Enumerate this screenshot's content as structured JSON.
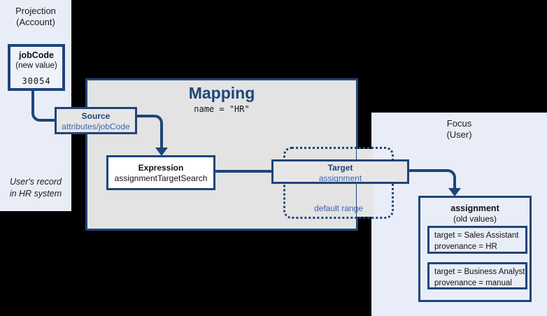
{
  "colors": {
    "background": "#000000",
    "accent_navy": "#1e4579",
    "link_blue": "#3c64ad",
    "panel_bg": "#e9edf7",
    "mapping_bg": "#e3e3e3",
    "node_gray_bg": "#e6e6e6",
    "expression_bg": "#ffffff"
  },
  "projection_panel": {
    "title_line1": "Projection",
    "title_line2": "(Account)",
    "jobcode_box": {
      "title": "jobCode",
      "subtitle": "(new value)",
      "value": "30054"
    },
    "footnote_line1": "User's record",
    "footnote_line2": "in HR system"
  },
  "mapping": {
    "title": "Mapping",
    "subtitle": "name = \"HR\"",
    "source": {
      "title": "Source",
      "subtitle": "attributes/jobCode"
    },
    "expression": {
      "title": "Expression",
      "subtitle": "assignmentTargetSearch"
    },
    "target": {
      "title": "Target",
      "subtitle": "assignment"
    },
    "default_range_label": "default range"
  },
  "focus_panel": {
    "title_line1": "Focus",
    "title_line2": "(User)",
    "assignment_box": {
      "title": "assignment",
      "subtitle": "(old values)",
      "values": [
        {
          "line1": "target = Sales Assistant",
          "line2": "provenance = HR"
        },
        {
          "line1": "target = Business Analyst",
          "line2": "provenance = manual"
        }
      ]
    }
  }
}
